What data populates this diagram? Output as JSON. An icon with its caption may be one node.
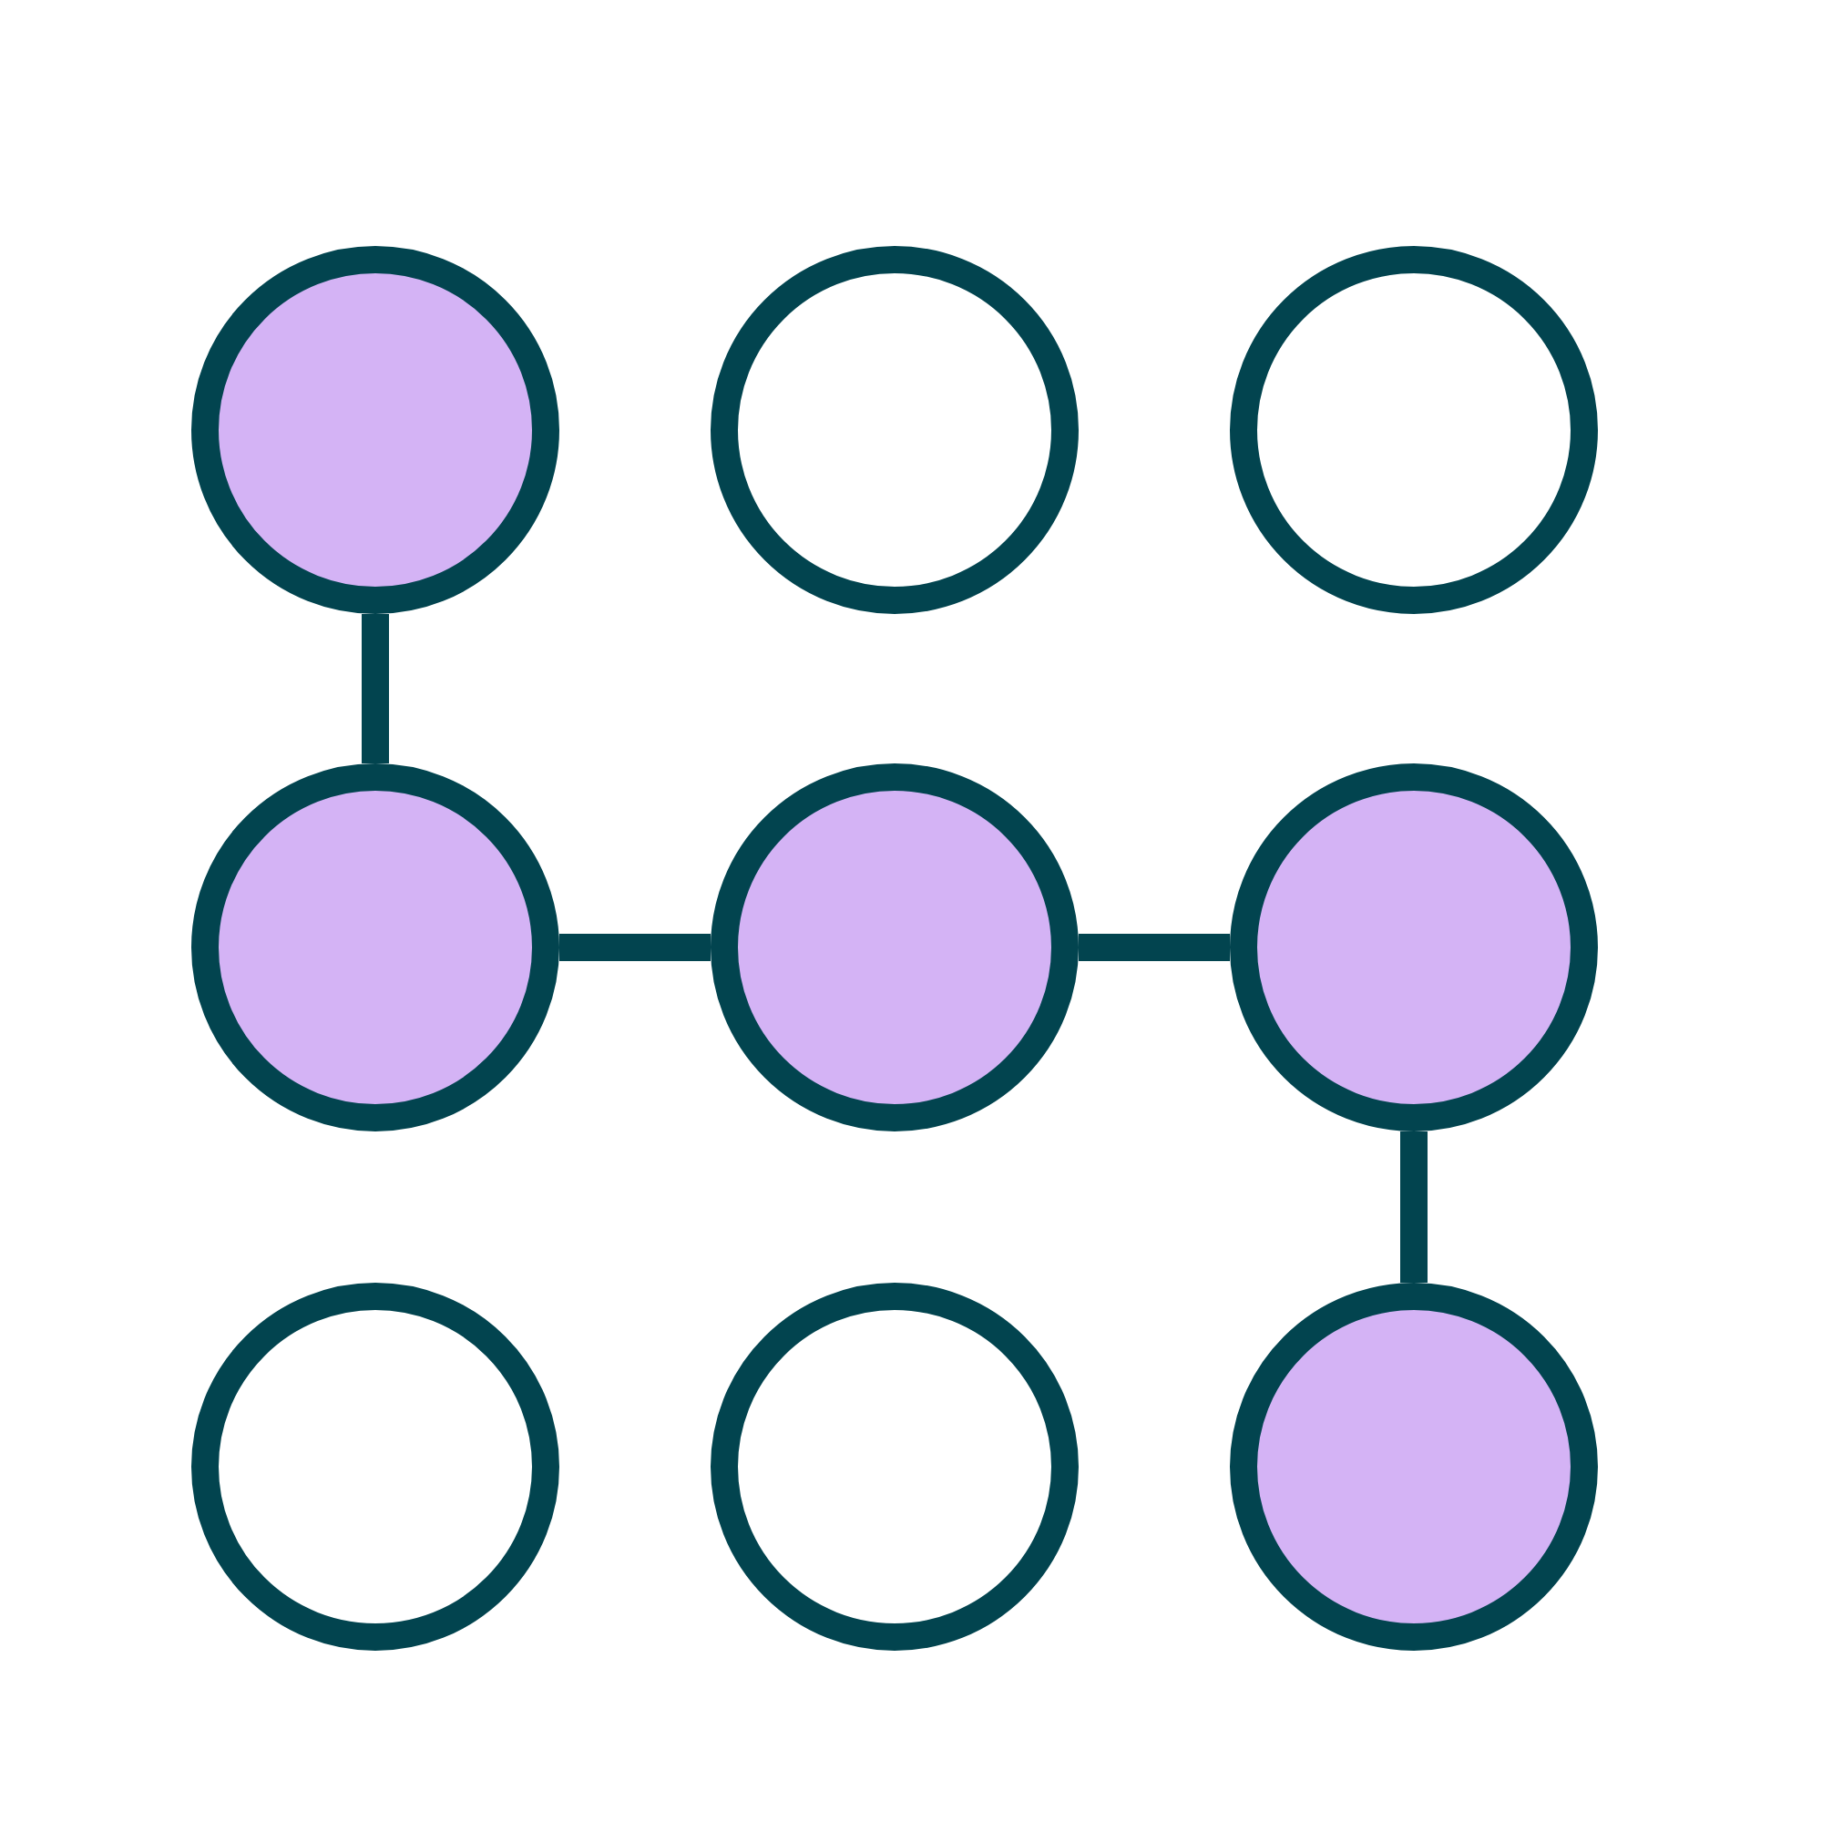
{
  "diagram": {
    "nodes": [
      {
        "text": [],
        "shape": "circle"
      },
      {
        "text": [],
        "shape": "circle"
      },
      {
        "text": [],
        "shape": "circle"
      },
      {
        "text": [],
        "shape": "circle"
      },
      {
        "text": [],
        "shape": "circle"
      },
      {
        "text": [],
        "shape": "circle"
      },
      {
        "text": [],
        "shape": "circle"
      },
      {
        "text": [],
        "shape": "circle"
      },
      {
        "text": [],
        "shape": "circle"
      }
    ],
    "edges": [
      {
        "from": 0,
        "to": 3,
        "arrow": "none"
      },
      {
        "from": 3,
        "to": 4,
        "arrow": "none"
      },
      {
        "from": 4,
        "to": 5,
        "arrow": "none"
      },
      {
        "from": 5,
        "to": 8,
        "arrow": "none"
      }
    ]
  }
}
